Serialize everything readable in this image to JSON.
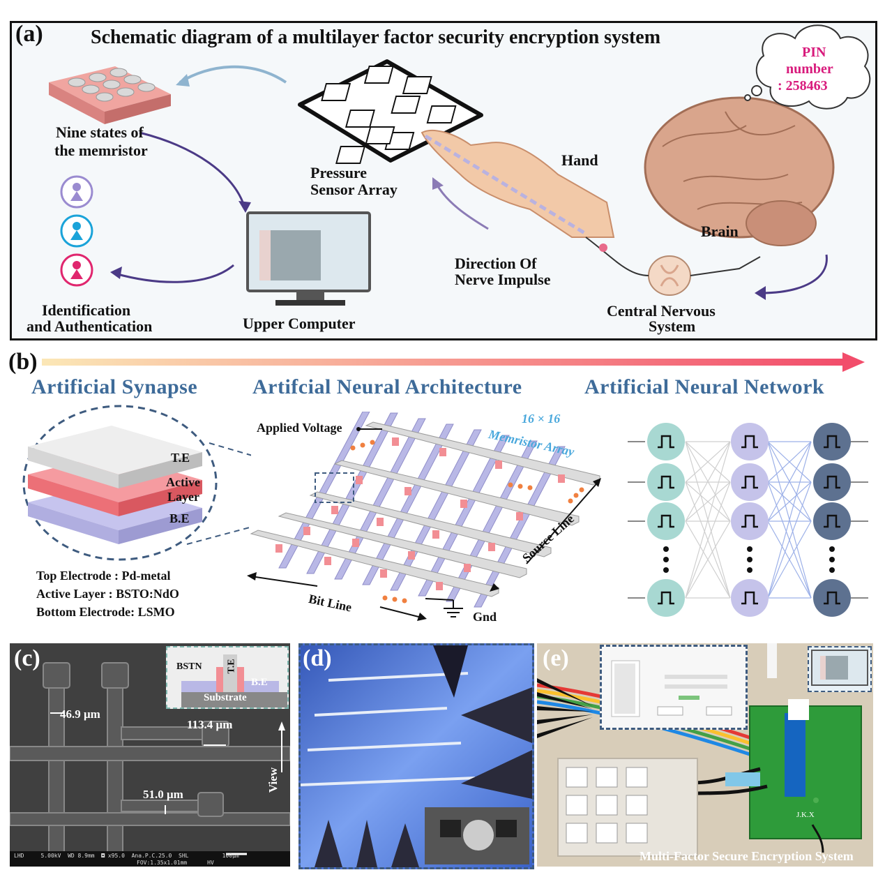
{
  "panel_a": {
    "letter": "(a)",
    "title": "Schematic diagram of a multilayer factor security encryption system",
    "pin_label": "PIN",
    "pin_word": "number",
    "pin_value": ": 258463",
    "nine_states_l1": "Nine states of",
    "nine_states_l2": "the memristor",
    "pressure_l1": "Pressure",
    "pressure_l2": "Sensor  Array",
    "hand": "Hand",
    "brain": "Brain",
    "direction_l1": "Direction  Of",
    "direction_l2": "Nerve  Impulse",
    "cns_l1": "Central Nervous",
    "cns_l2": "System",
    "upper_computer": "Upper Computer",
    "ident_l1": "Identification",
    "ident_l2": "and Authentication",
    "colors": {
      "border": "#111111",
      "bg": "#f5f8fa",
      "pin": "#d81b7c",
      "arrow_blue": "#8fb4cf",
      "arrow_purple": "#4b3a86"
    }
  },
  "panel_b": {
    "letter": "(b)",
    "synapse_title": "Artificial Synapse",
    "architecture_title": "Artifcial Neural Architecture",
    "network_title": "Artificial Neural Network",
    "te": "T.E",
    "active_l1": "Active",
    "active_l2": "Layer",
    "be": "B.E",
    "top_electrode": "Top Electrode : Pd-metal",
    "active_layer": "Active Layer : BSTO:NdO",
    "bottom_electrode": "Bottom Electrode:  LSMO",
    "applied_voltage": "Applied  Voltage",
    "array_l1": "16 × 16",
    "array_l2": "Memristor Array",
    "source_line": "Source Line",
    "bit_line": "Bit  Line",
    "gnd": "Gnd",
    "colors": {
      "title": "#3e6b99",
      "te": "#dcdcdc",
      "active": "#f07a80",
      "be": "#b9b8e6",
      "n1": "#a8d8d2",
      "n2": "#c5c3ea",
      "n3": "#5d7190",
      "dots": "#f08040"
    }
  },
  "panel_c": {
    "letter": "(c)",
    "inset_bstn": "BSTN",
    "inset_te": "T.E",
    "inset_be": "B.E",
    "inset_substrate": "Substrate",
    "m1": "46.9 μm",
    "m2": "113.4 μm",
    "m3": "51.0 μm",
    "view": "View",
    "info_bar": "LHD     5.00kV  WD 8.9mm  ◘ x95.0  Ana.P.C.25.0  SHL          100μm",
    "info_bar2": "FOV:1.35x1.01mm      HV"
  },
  "panel_d": {
    "letter": "(d)"
  },
  "panel_e": {
    "letter": "(e)",
    "board_label": "J.K.X",
    "footer": "Multi-Factor Secure Encryption System"
  }
}
